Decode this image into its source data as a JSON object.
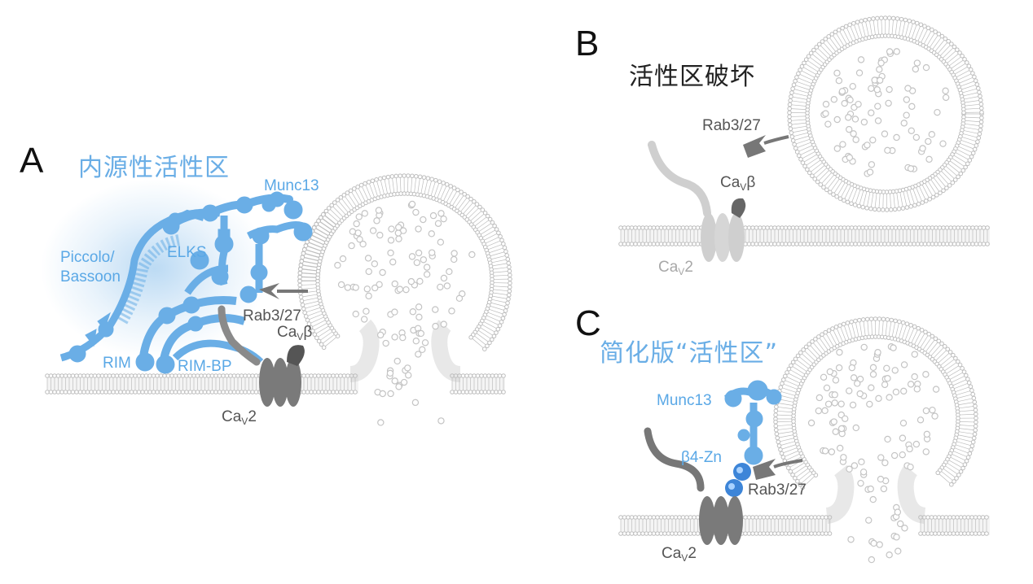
{
  "panels": {
    "A": {
      "letter": "A",
      "title": "内源性活性区",
      "labels": {
        "munc13": "Munc13",
        "elks": "ELKS",
        "piccolo": "Piccolo/",
        "bassoon": "Bassoon",
        "rim": "RIM",
        "rimbp": "RIM-BP",
        "rab": "Rab3/27",
        "cav_beta_main": "Ca",
        "cav_beta_sub": "V",
        "cav_beta_tail": "β",
        "cav2_main": "Ca",
        "cav2_sub": "V",
        "cav2_tail": "2"
      }
    },
    "B": {
      "letter": "B",
      "title": "活性区破坏",
      "labels": {
        "rab": "Rab3/27",
        "cav_beta_main": "Ca",
        "cav_beta_sub": "V",
        "cav_beta_tail": "β",
        "cav2_main": "Ca",
        "cav2_sub": "V",
        "cav2_tail": "2"
      }
    },
    "C": {
      "letter": "C",
      "title": "简化版“活性区”",
      "labels": {
        "munc13": "Munc13",
        "b4zn": "β4-Zn",
        "rab": "Rab3/27",
        "cav2_main": "Ca",
        "cav2_sub": "V",
        "cav2_tail": "2"
      }
    }
  },
  "colors": {
    "blue": "#6aaee6",
    "dark_gray": "#777777",
    "light_gray": "#c8c8c8",
    "membrane": "#bdbdbd"
  }
}
